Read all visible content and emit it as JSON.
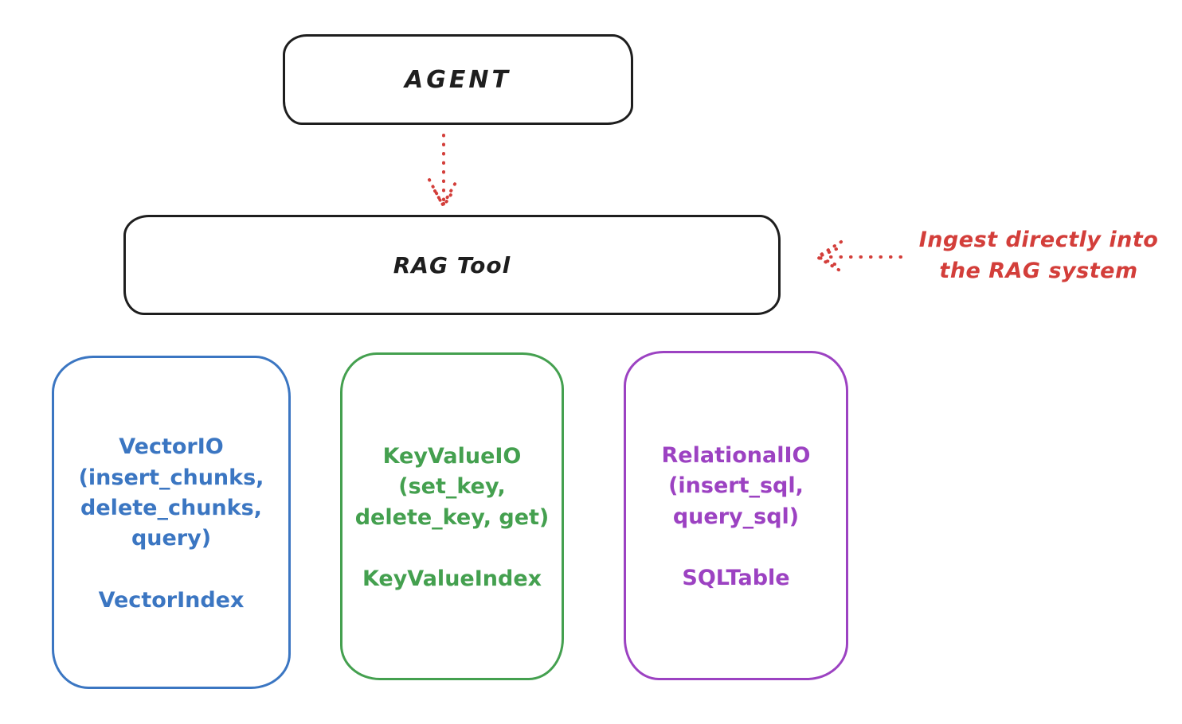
{
  "diagram": {
    "nodes": {
      "agent": {
        "label": "AGENT",
        "color": "#1e1e1e"
      },
      "rag_tool": {
        "label": "RAG Tool",
        "color": "#1e1e1e"
      },
      "vector_io": {
        "body": "VectorIO\n(insert_chunks,\ndelete_chunks,\nquery)",
        "footer": "VectorIndex",
        "color": "#3b76c2"
      },
      "key_value_io": {
        "body": "KeyValueIO\n(set_key,\ndelete_key, get)",
        "footer": "KeyValueIndex",
        "color": "#44a04f"
      },
      "relational_io": {
        "body": "RelationalIO\n(insert_sql,\nquery_sql)",
        "footer": "SQLTable",
        "color": "#9c42c2"
      }
    },
    "annotation": {
      "text": "Ingest directly into\nthe RAG system",
      "color": "#d33e3a"
    },
    "arrows": [
      {
        "name": "agent-to-rag-tool",
        "style": "dotted",
        "direction": "down",
        "color": "#d33e3a"
      },
      {
        "name": "annotation-to-rag-tool",
        "style": "dotted",
        "direction": "left",
        "color": "#d33e3a"
      }
    ]
  }
}
